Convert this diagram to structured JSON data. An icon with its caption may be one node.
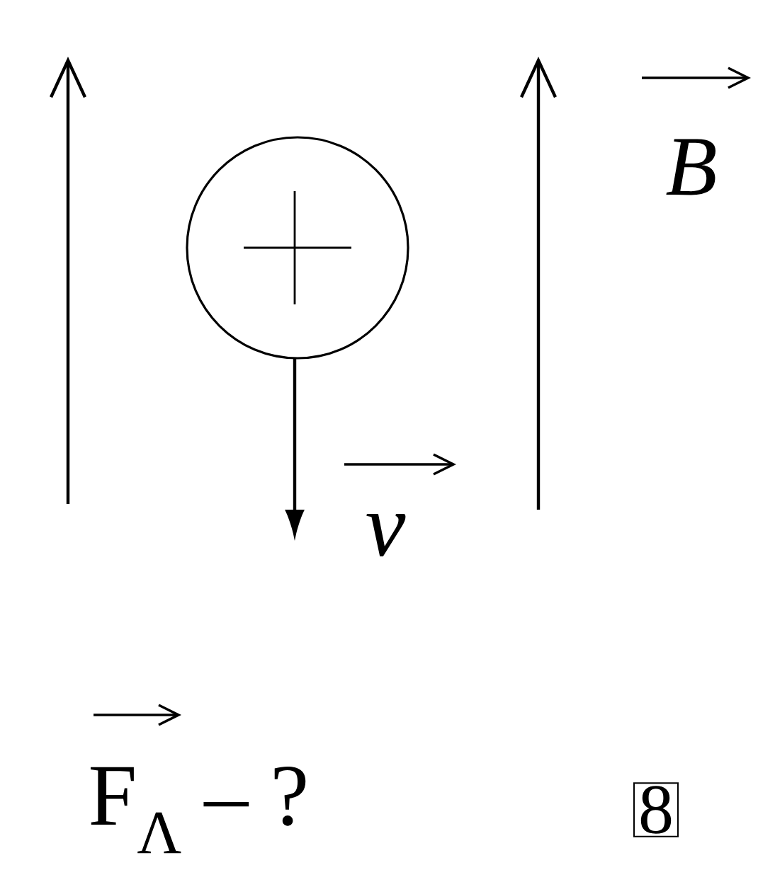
{
  "diagram": {
    "nodes": [
      {
        "text": [],
        "shape": "circle"
      },
      {
        "text": [
          "8"
        ]
      }
    ],
    "labels": [
      "B",
      "v",
      "F$_{Λ}$ – ?"
    ]
  }
}
